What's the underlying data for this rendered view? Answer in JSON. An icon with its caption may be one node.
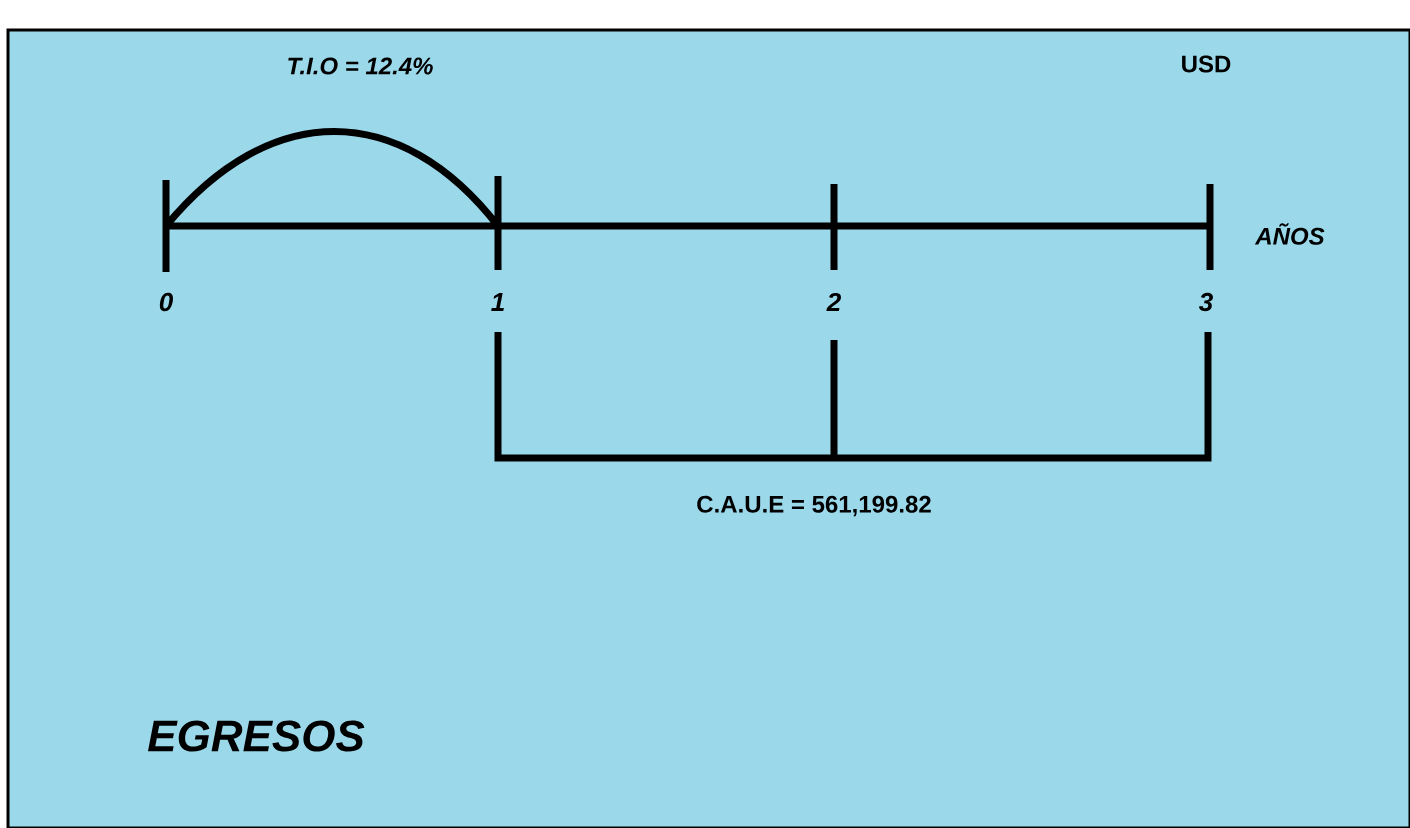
{
  "diagram": {
    "labels": [
      "T.I.O = 12.4%",
      "USD",
      "AÑOS",
      "0",
      "1",
      "2",
      "3",
      "C.A.U.E = 561,199.82",
      "EGRESOS"
    ]
  }
}
